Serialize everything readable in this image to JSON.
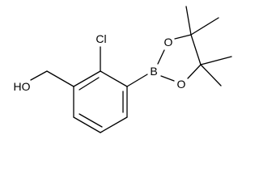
{
  "molecule": {
    "atoms": {
      "hydroxyl": "HO",
      "chlorine": "Cl",
      "boron": "B",
      "oxygen_top": "O",
      "oxygen_bottom": "O"
    },
    "colors": {
      "bond": "#000000",
      "label": "#000000",
      "background": "#ffffff"
    }
  }
}
